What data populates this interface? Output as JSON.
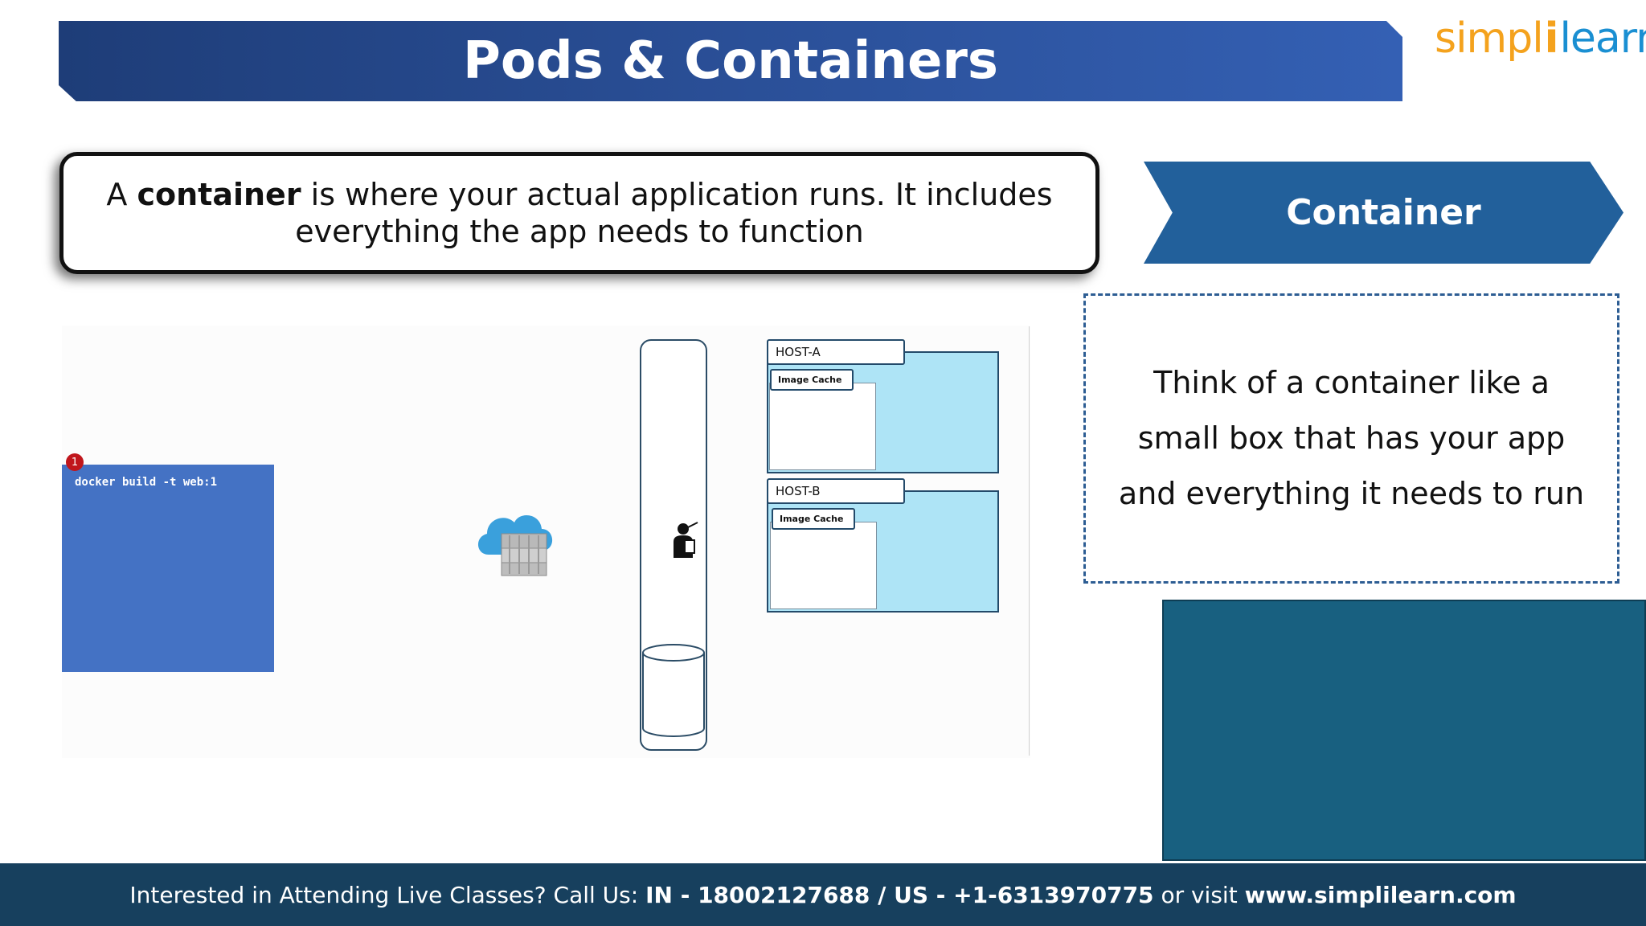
{
  "header": {
    "title": "Pods & Containers"
  },
  "logo": {
    "part1": "simpl",
    "bar": "i",
    "part2": "learn"
  },
  "definition": {
    "prefix": "A ",
    "term": "container",
    "suffix": " is where your actual application runs. It includes everything the app needs to function"
  },
  "section_label": "Container",
  "note": "Think of a container like a small box that has your app and everything it needs to run",
  "diagram": {
    "step_number": "1",
    "command": "docker build -t web:1",
    "hosts": [
      {
        "label": "HOST-A",
        "cache_label": "Image Cache"
      },
      {
        "label": "HOST-B",
        "cache_label": "Image Cache"
      }
    ],
    "icons": [
      "cloud-registry-icon",
      "developer-icon",
      "database-icon"
    ]
  },
  "footer": {
    "prefix": "Interested in Attending Live Classes? Call Us: ",
    "in_label": "IN - 18002127688",
    "separator": " / ",
    "us_label": "US - +1-6313970775",
    "middle": " or visit ",
    "url": "www.simplilearn.com"
  },
  "colors": {
    "title_banner": "#2a4f97",
    "chevron": "#22609b",
    "footer": "#17405e",
    "terminal": "#4472c4",
    "host_fill": "#aee4f6",
    "teal_block": "#186080",
    "logo_orange": "#f4a21d",
    "logo_blue": "#1a8fd2"
  }
}
